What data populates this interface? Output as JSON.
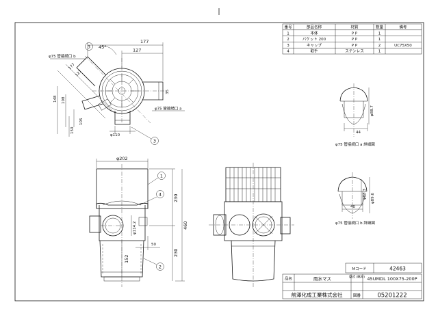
{
  "parts_table": {
    "headers": [
      "番号",
      "部品名称",
      "材質",
      "数量",
      "備考"
    ],
    "rows": [
      [
        "1",
        "本体",
        "P P",
        "1",
        ""
      ],
      [
        "2",
        "バケット 200",
        "P P",
        "1",
        ""
      ],
      [
        "3",
        "キャップ",
        "P P",
        "2",
        "UC75X50"
      ],
      [
        "4",
        "取手",
        "ステンレス",
        "1",
        ""
      ]
    ]
  },
  "top_view": {
    "dims": [
      "177",
      "127",
      "45°",
      "φ75 管接続口 b",
      "φ75 管接続口 a",
      "177",
      "127",
      "148",
      "108",
      "35",
      "105",
      "150",
      "φ110"
    ],
    "callouts": [
      "3",
      "3"
    ]
  },
  "front_view": {
    "dims": [
      "φ202",
      "230",
      "460",
      "230",
      "φ114.2",
      "50",
      "152"
    ],
    "callouts": [
      "1",
      "4",
      "2"
    ]
  },
  "detail_a": {
    "dims": [
      "φ88.7",
      "44"
    ],
    "caption": "φ75 管接続口 a 詳細図"
  },
  "detail_b": {
    "dims": [
      "φ89.6",
      "φ88.3",
      "40"
    ],
    "caption": "φ75 管接続口 b 詳細図"
  },
  "title_block": {
    "code_label": "Mコード",
    "code_value": "42463",
    "name_label": "品名",
    "name_value": "雨水マス",
    "model_label": "型式 (略号)",
    "model_value": "45UMDL 100X75-200P",
    "company": "前澤化成工業株式会社",
    "number_label": "図番",
    "number_value": "05201222"
  }
}
